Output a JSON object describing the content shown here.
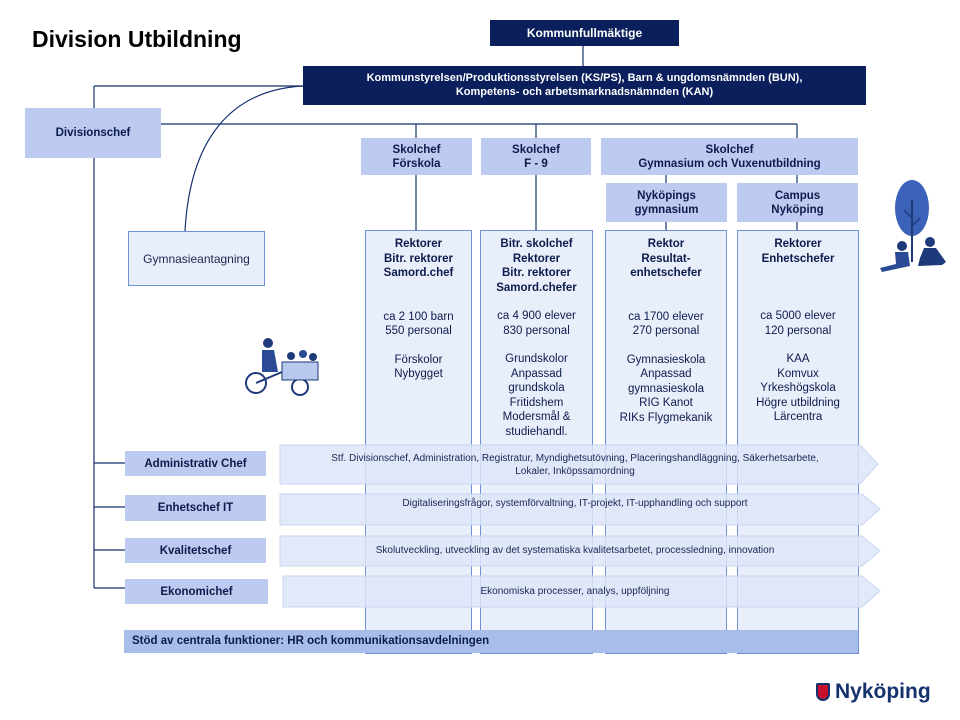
{
  "title": "Division Utbildning",
  "top_box": "Kommunfullmäktige",
  "board": {
    "line1": "Kommunstyrelsen/Produktionsstyrelsen (KS/PS),  Barn & ungdomsnämnden (BUN),",
    "line2": "Kompetens- och arbetsmarknadsnämnden (KAN)"
  },
  "division_chief": "Divisionschef",
  "admissions": "Gymnasieantagning",
  "school_chiefs": [
    {
      "line1": "Skolchef",
      "line2": "Förskola"
    },
    {
      "line1": "Skolchef",
      "line2": "F - 9"
    },
    {
      "line1": "Skolchef",
      "line2": "Gymnasium och Vuxenutbildning"
    }
  ],
  "sub_units": [
    {
      "line1": "Nyköpings",
      "line2": "gymnasium"
    },
    {
      "line1": "Campus",
      "line2": "Nyköping"
    }
  ],
  "columns": [
    {
      "head": [
        "Rektorer",
        "Bitr. rektorer",
        "Samord.chef"
      ],
      "stats": [
        "ca 2 100 barn",
        "550 personal"
      ],
      "units": [
        "Förskolor",
        "Nybygget"
      ]
    },
    {
      "head": [
        "Bitr. skolchef",
        "Rektorer",
        "Bitr. rektorer",
        "Samord.chefer"
      ],
      "stats": [
        "ca 4 900 elever",
        "830 personal"
      ],
      "units": [
        "Grundskolor",
        "Anpassad",
        "grundskola",
        "Fritidshem",
        "Modersmål &",
        "studiehandl."
      ]
    },
    {
      "head": [
        "Rektor",
        "Resultat-",
        "enhetschefer"
      ],
      "stats": [
        "ca 1700 elever",
        "270 personal"
      ],
      "units": [
        "Gymnasieskola",
        "Anpassad",
        "gymnasieskola",
        "RIG Kanot",
        "RIKs Flygmekanik"
      ]
    },
    {
      "head": [
        "Rektorer",
        "Enhetschefer"
      ],
      "stats": [
        "ca 5000 elever",
        "120 personal"
      ],
      "units": [
        "KAA",
        "Komvux",
        "Yrkeshögskola",
        "Högre utbildning",
        "Lärcentra"
      ]
    }
  ],
  "roles": [
    {
      "label": "Administrativ Chef",
      "text": [
        "Stf. Divisionschef, Administration, Registratur, Myndighetsutövning, Placeringshandläggning, Säkerhetsarbete,",
        "Lokaler, Inköpssamordning"
      ]
    },
    {
      "label": "Enhetschef IT",
      "text": [
        "Digitaliseringsfrågor, systemförvaltning, IT-projekt, IT-upphandling och support"
      ]
    },
    {
      "label": "Kvalitetschef",
      "text": [
        "Skolutveckling, utveckling av det systematiska kvalitetsarbetet, processledning, innovation"
      ]
    },
    {
      "label": "Ekonomichef",
      "text": [
        "Ekonomiska processer, analys, uppföljning"
      ]
    }
  ],
  "support_bar": "Stöd av centrala funktioner: HR och kommunikationsavdelningen",
  "logo_text": "Nyköping",
  "colors": {
    "navy": "#0a1f5c",
    "light_blue": "#bccbef",
    "column_fill": "#e9eefb",
    "line": "#14316e"
  }
}
